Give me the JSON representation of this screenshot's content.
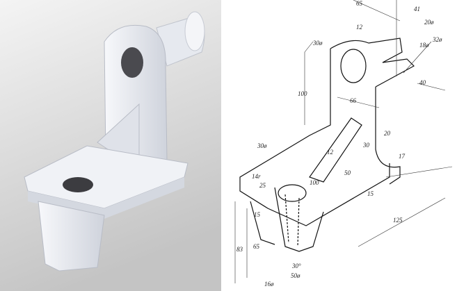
{
  "panels": {
    "render": {
      "background_top": "#f2f2f2",
      "background_bottom": "#c8c8c8",
      "part_color": "#e9ecf2"
    },
    "drawing": {
      "line_color": "#111111",
      "hatch_color": "#333333"
    }
  },
  "dimensions": {
    "top_width": "65",
    "top_radius": "30ø",
    "top_offset": "12",
    "hole_small": "20ø",
    "boss_outer": "32ø",
    "boss_inner": "18ø",
    "boss_length": "40",
    "upright_width": "66",
    "upright_height": "100",
    "upright_thickness": "20",
    "rib_height": "30",
    "rib_thickness": "12",
    "fillet": "17",
    "base_hole": "30ø",
    "base_corner": "14r",
    "base_hole_offset": "25",
    "base_width": "100",
    "rib_base": "50",
    "base_thickness": "15",
    "base_length": "125",
    "leg_top": "15",
    "leg_height": "65",
    "leg_total": "83",
    "bore_angle": "30°",
    "leg_bottom": "50ø",
    "bore_diameter": "16ø",
    "note": "41"
  }
}
